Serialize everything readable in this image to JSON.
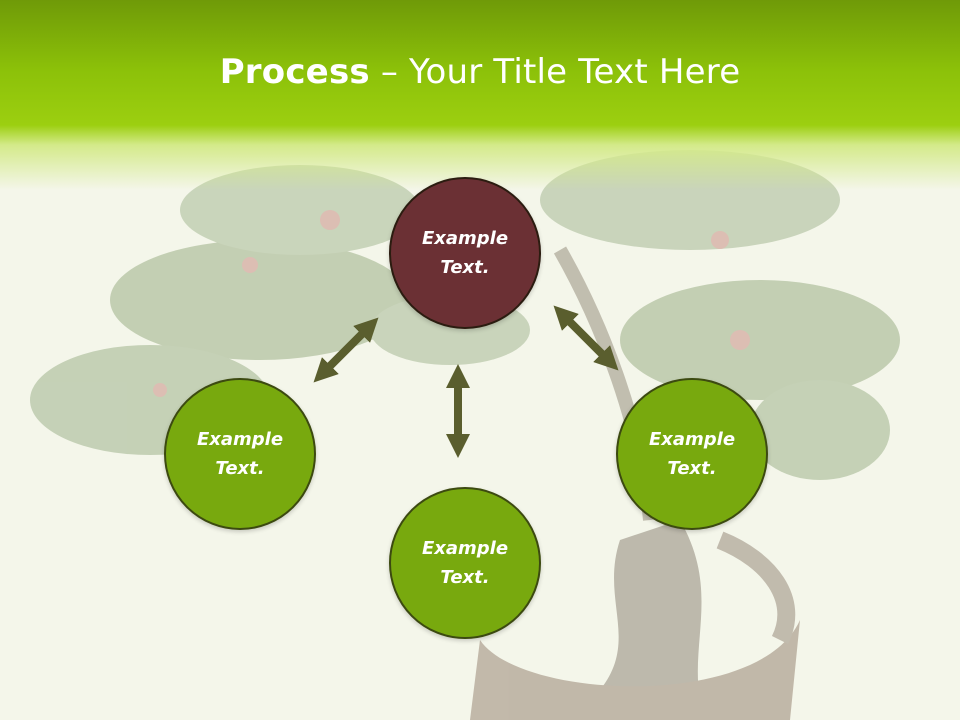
{
  "slide": {
    "title_bold": "Process",
    "title_rest": " – Your Title Text Here",
    "nodes": {
      "top": {
        "line1": "Example",
        "line2": "Text."
      },
      "left": {
        "line1": "Example",
        "line2": "Text."
      },
      "bottom": {
        "line1": "Example",
        "line2": "Text."
      },
      "right": {
        "line1": "Example",
        "line2": "Text."
      }
    }
  },
  "colors": {
    "header_green": "#8cc109",
    "node_green": "#78a90e",
    "node_maroon": "#6b3034",
    "arrow": "#5a5e2e",
    "background": "#f4f6ea"
  }
}
